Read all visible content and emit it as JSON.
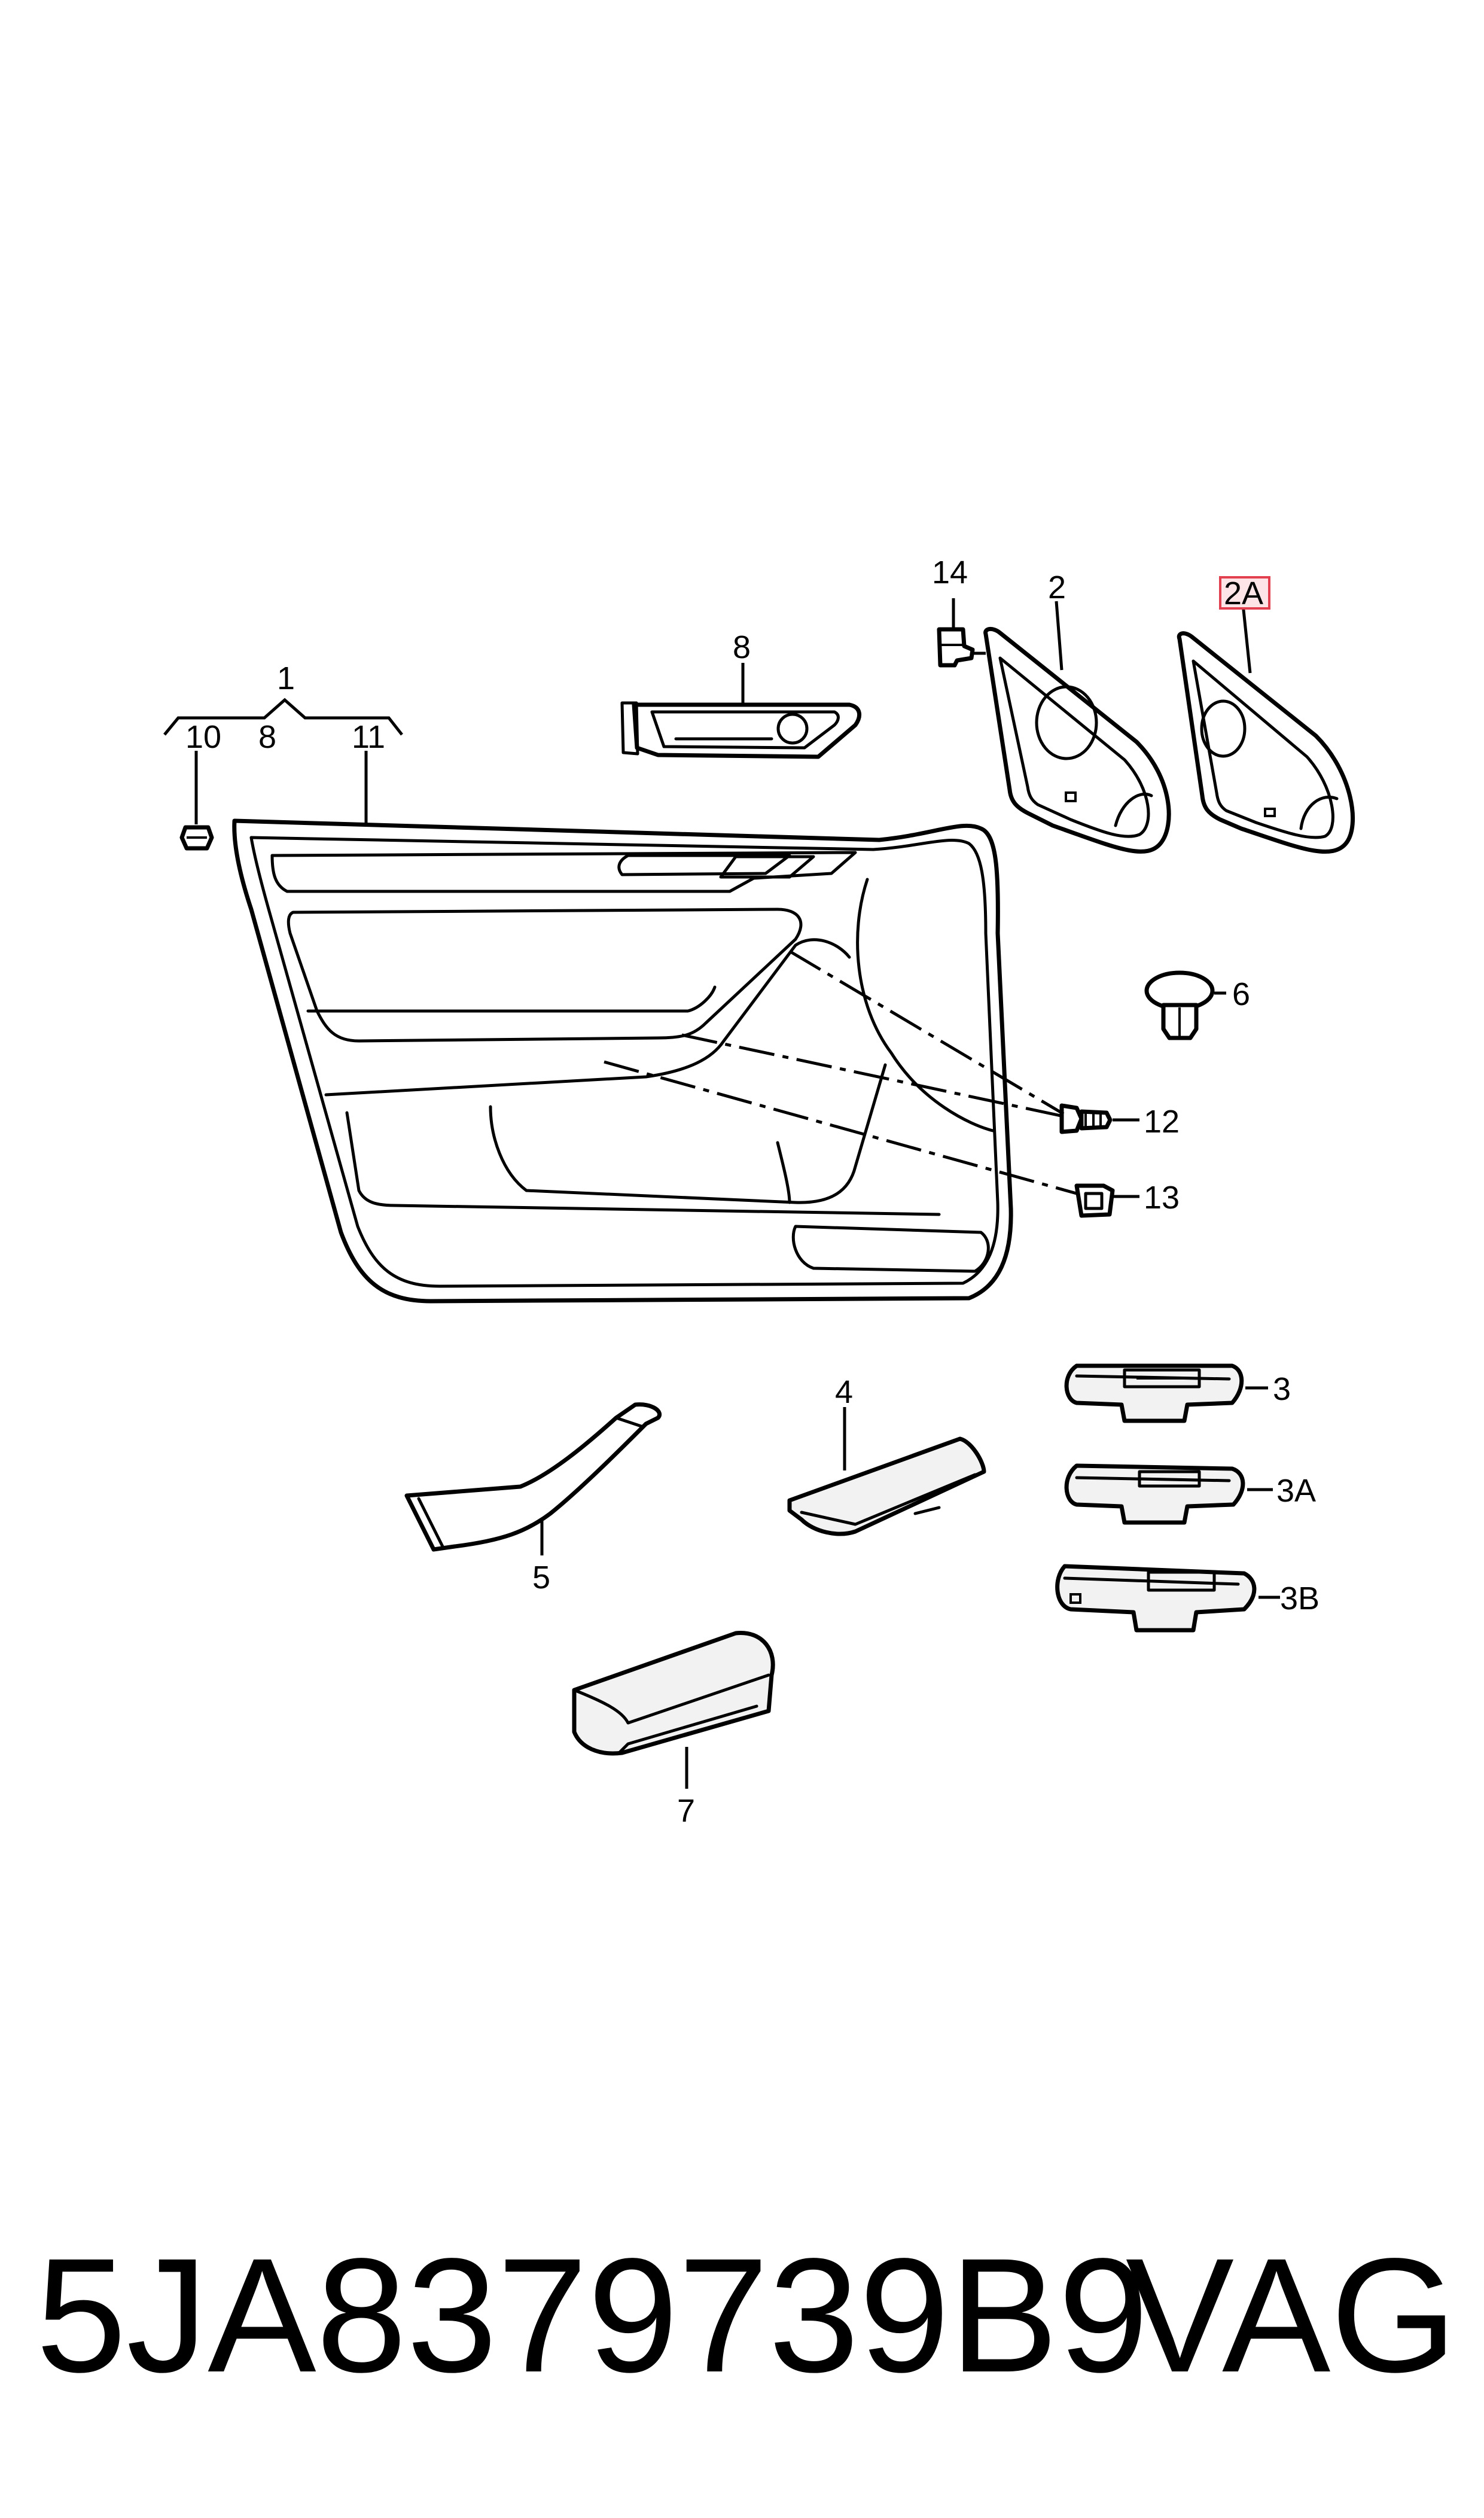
{
  "labels": {
    "l1": "1",
    "l8a": "8",
    "l10": "10",
    "l8b": "8",
    "l11": "11",
    "l14": "14",
    "l2": "2",
    "l2a": "2A",
    "l6": "6",
    "l12": "12",
    "l13": "13",
    "l3": "3",
    "l3a": "3A",
    "l3b": "3B",
    "l4": "4",
    "l5": "5",
    "l7": "7"
  },
  "footer": {
    "part_number": "5JA8379739B9",
    "brand": "VAG"
  },
  "colors": {
    "line": "#000000",
    "background": "#ffffff",
    "highlight_border": "#e2404f",
    "highlight_fill": "#fde4e6"
  }
}
